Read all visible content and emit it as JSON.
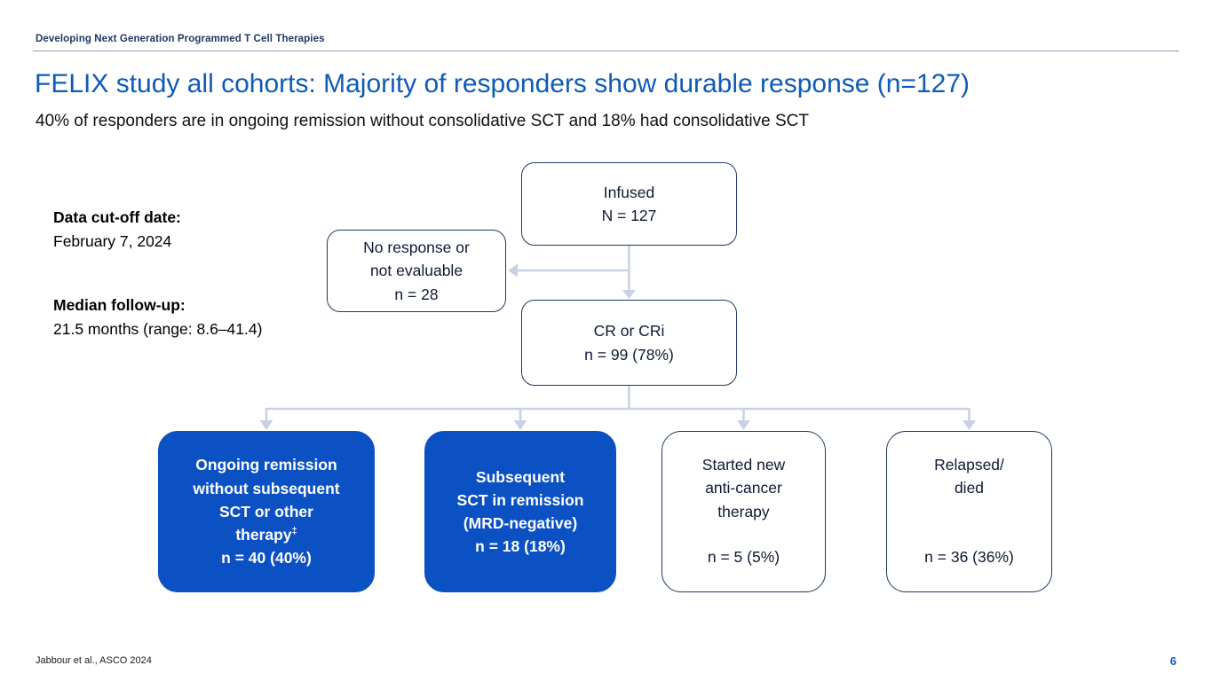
{
  "slide": {
    "header": "Developing Next Generation Programmed T Cell Therapies",
    "title": "FELIX study all cohorts: Majority of responders show durable response (n=127)",
    "subtitle": "40% of responders are in ongoing remission without consolidative SCT and 18% had consolidative SCT",
    "footer_citation": "Jabbour et al., ASCO 2024",
    "page_number": "6"
  },
  "notes": {
    "cutoff_label": "Data cut-off date:",
    "cutoff_value": "February 7, 2024",
    "followup_label": "Median follow-up:",
    "followup_value": "21.5 months (range: 8.6–41.4)"
  },
  "flowchart": {
    "infused": {
      "label": "Infused",
      "value": "N = 127"
    },
    "no_response": {
      "label": "No response or\nnot evaluable",
      "value": "n = 28"
    },
    "cr": {
      "label": "CR or CRi",
      "value": "n = 99 (78%)"
    },
    "outcomes": [
      {
        "label": "Ongoing remission\nwithout subsequent\nSCT or other\ntherapy",
        "superscript": "‡",
        "value": "n = 40 (40%)",
        "highlighted": true
      },
      {
        "label": "Subsequent\nSCT in remission\n(MRD-negative)",
        "superscript": "",
        "value": "n = 18 (18%)",
        "highlighted": true
      },
      {
        "label": "Started new\nanti-cancer\ntherapy",
        "superscript": "",
        "value": "n = 5 (5%)",
        "highlighted": false
      },
      {
        "label": "Relapsed/\ndied",
        "superscript": "",
        "value": "n = 36 (36%)",
        "highlighted": false
      }
    ]
  },
  "colors": {
    "title_blue": "#0f5bb8",
    "navy": "#1f3864",
    "box_blue": "#0b51c4",
    "arrow": "#c9d2e4"
  }
}
